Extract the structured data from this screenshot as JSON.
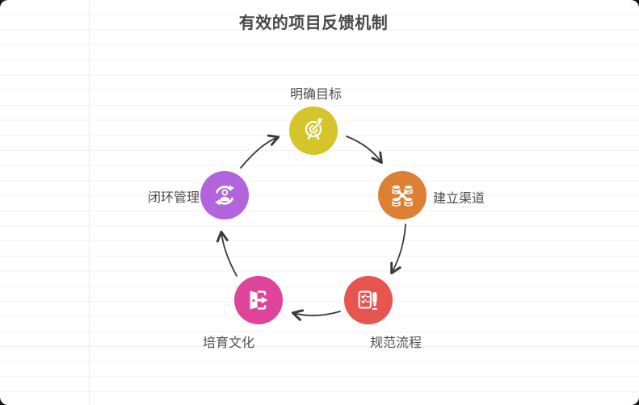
{
  "title": "有效的项目反馈机制",
  "diagram": {
    "type": "circular-cycle",
    "direction": "clockwise",
    "arrow_color": "#3a3a3a",
    "nodes": [
      {
        "label": "明确目标",
        "position": "top",
        "color": "#d6c42b",
        "icon": "target-icon"
      },
      {
        "label": "建立渠道",
        "position": "right",
        "color": "#de8034",
        "icon": "coin-stacks-icon"
      },
      {
        "label": "规范流程",
        "position": "bottom-right",
        "color": "#e65550",
        "icon": "checklist-pen-icon"
      },
      {
        "label": "培育文化",
        "position": "bottom-left",
        "color": "#df449c",
        "icon": "door-exit-icon"
      },
      {
        "label": "闭环管理",
        "position": "left",
        "color": "#b264dd",
        "icon": "person-cycle-icon"
      }
    ]
  }
}
